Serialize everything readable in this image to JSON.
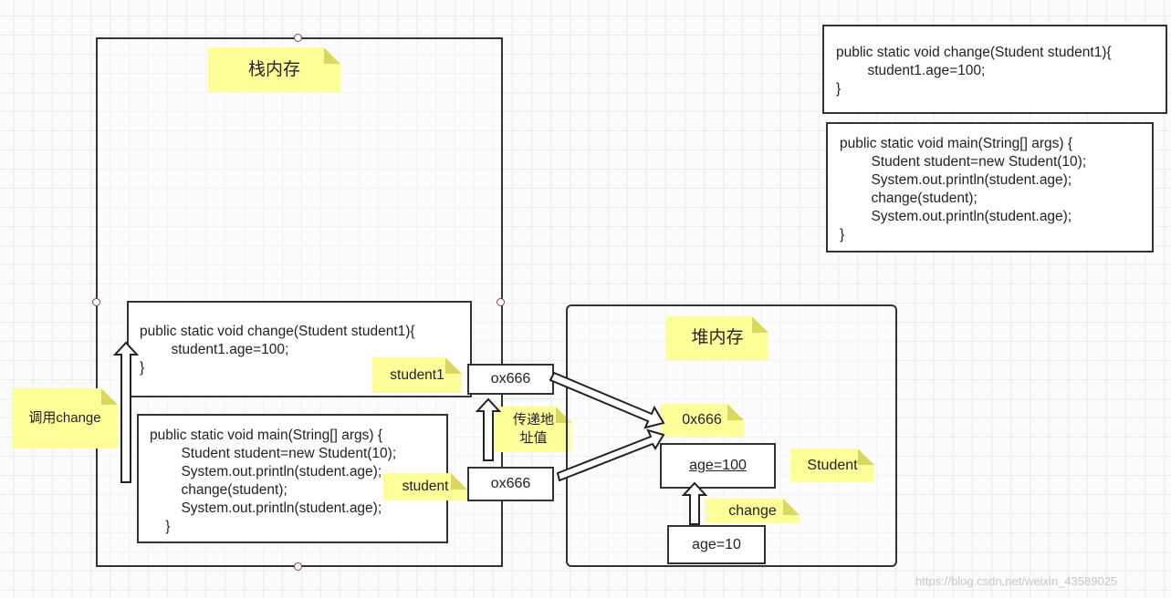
{
  "code_top_right": {
    "change_method": "public static void change(Student student1){\n        student1.age=100;\n}",
    "main_method": "public static void main(String[] args) {\n        Student student=new Student(10);\n        System.out.println(student.age);\n        change(student);\n        System.out.println(student.age);\n}"
  },
  "stack": {
    "label": "栈内存",
    "change_frame": "public static void change(Student student1){\n        student1.age=100;\n}",
    "main_frame": "public static void main(String[] args) {\n        Student student=new Student(10);\n        System.out.println(student.age);\n        change(student);\n        System.out.println(student.age);\n    }",
    "call_note": "调用change",
    "student1_note": "student1",
    "student_note": "student",
    "ref_top": "ox666",
    "ref_bottom": "ox666",
    "pass_note": "传递地\n址值"
  },
  "heap": {
    "label": "堆内存",
    "address_note": "0x666",
    "age_new": "age=100",
    "age_old": "age=10",
    "class_note": "Student",
    "change_note": "change"
  },
  "watermark": "https://blog.csdn.net/weixin_43589025"
}
